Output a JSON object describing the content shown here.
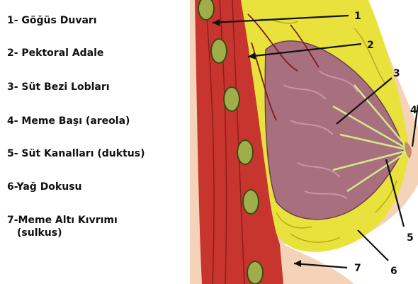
{
  "legend": {
    "items": [
      {
        "lines": [
          "1- Göğüs Duvarı"
        ]
      },
      {
        "lines": [
          "2- Pektoral Adale"
        ]
      },
      {
        "lines": [
          "3- Süt Bezi Lobları"
        ]
      },
      {
        "lines": [
          "4- Meme Başı (areola)"
        ]
      },
      {
        "lines": [
          "5- Süt Kanalları (duktus)"
        ]
      },
      {
        "lines": [
          "6-Yağ Dokusu"
        ]
      },
      {
        "lines": [
          "7-Meme Altı Kıvrımı",
          "(sulkus)"
        ]
      }
    ]
  },
  "callouts": [
    {
      "label": "1"
    },
    {
      "label": "2"
    },
    {
      "label": "3"
    },
    {
      "label": "4"
    },
    {
      "label": "5"
    },
    {
      "label": "6"
    },
    {
      "label": "7"
    }
  ],
  "colors": {
    "skin": "#f4d3b8",
    "muscle": "#c8352f",
    "fat": "#e9e23c",
    "gland": "#a8707f",
    "rib": "#9fae4a",
    "line": "#111111"
  }
}
